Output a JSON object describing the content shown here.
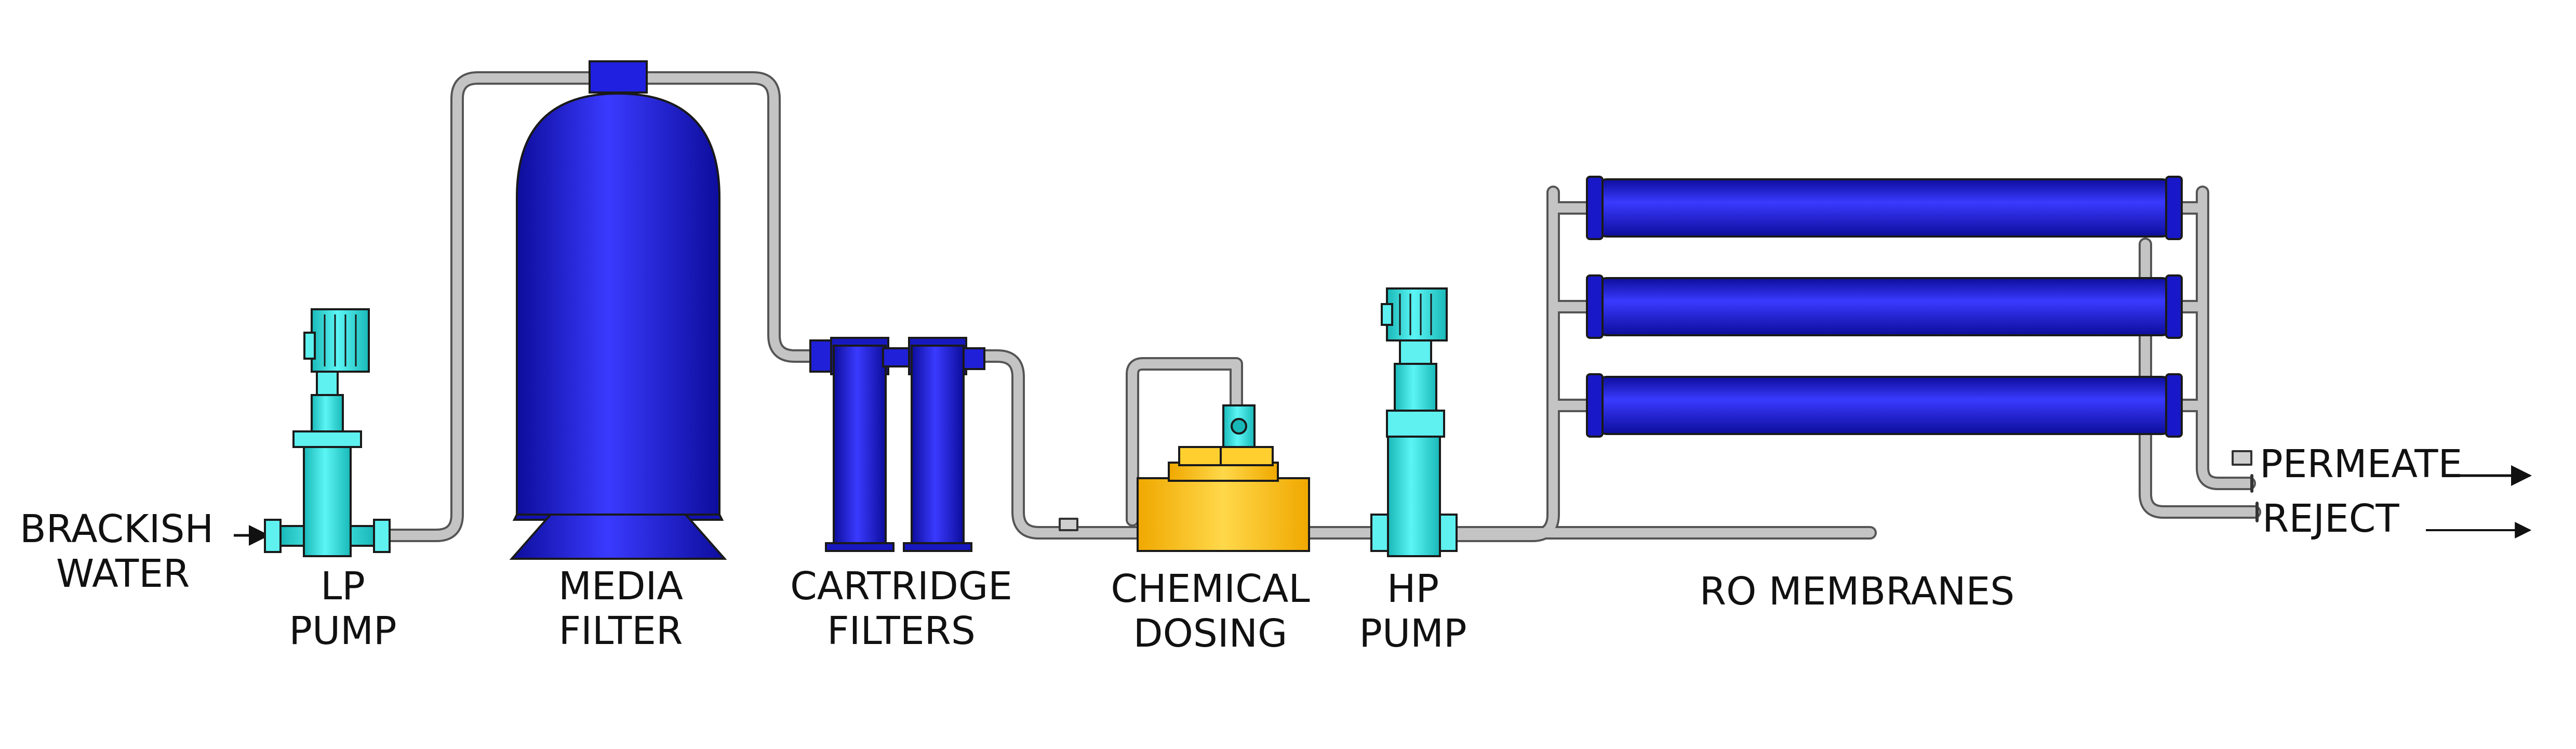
{
  "labels": {
    "inlet": [
      "BRACKISH",
      "WATER"
    ],
    "lp_pump": [
      "LP",
      "PUMP"
    ],
    "media_filter": [
      "MEDIA",
      "FILTER"
    ],
    "cartridge_filters": [
      "CARTRIDGE",
      "FILTERS"
    ],
    "chemical_dosing": [
      "CHEMICAL",
      "DOSING"
    ],
    "hp_pump": [
      "HP",
      "PUMP"
    ],
    "ro_membranes": "RO MEMBRANES",
    "permeate": "PERMEATE",
    "reject": "REJECT"
  },
  "colors": {
    "vessel_blue": "#1f1fd6",
    "pump_cyan": "#33e8e8",
    "dosing_yellow": "#ffc822",
    "pipe_grey": "#bdbdbd",
    "outline": "#222222"
  },
  "icons": [
    "arrow-right-icon",
    "motor-icon",
    "valve-icon"
  ]
}
